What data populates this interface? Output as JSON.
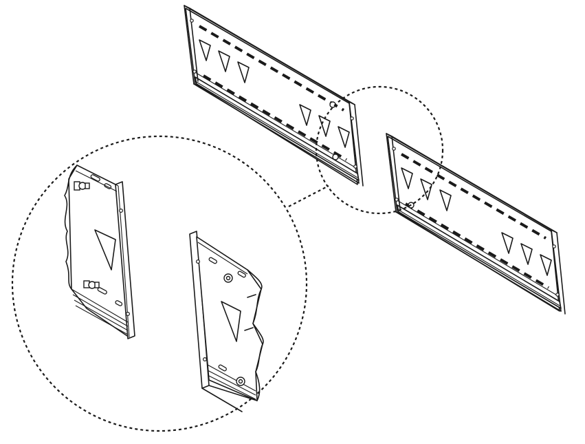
{
  "figure": {
    "stroke_color": "#1a1a1a",
    "background_color": "#ffffff",
    "parts": [
      "upper-left-wall-plate",
      "lower-right-wall-plate",
      "detail-circle",
      "bracket-left",
      "bracket-right"
    ]
  }
}
